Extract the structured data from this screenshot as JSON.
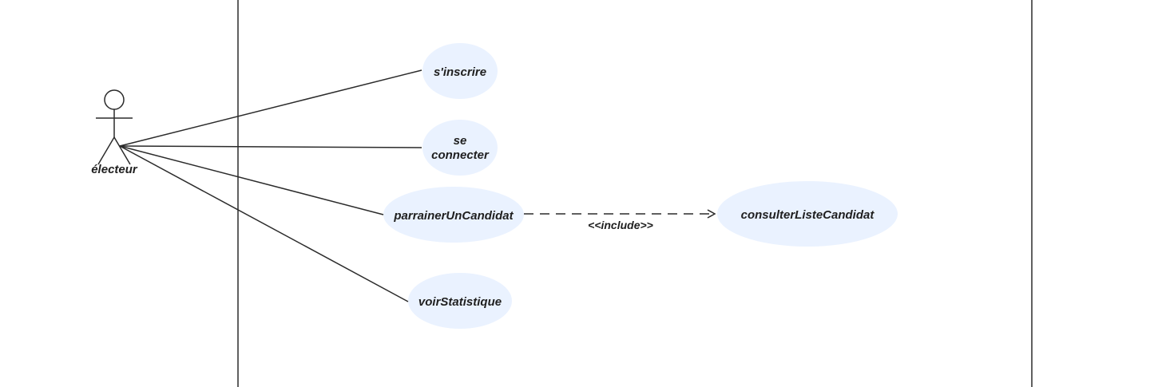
{
  "actor": {
    "name": "électeur"
  },
  "use_cases": {
    "inscrire": "s'inscrire",
    "connecter_line1": "se",
    "connecter_line2": "connecter",
    "parrainer": "parrainerUnCandidat",
    "statistique": "voirStatistique",
    "consulter": "consulterListeCandidat"
  },
  "relationships": {
    "include_label": "<<include>>"
  },
  "colors": {
    "use_case_fill": "#eaf2ff",
    "line": "#2b2b2b",
    "text": "#1f1f1f",
    "background": "#ffffff"
  }
}
